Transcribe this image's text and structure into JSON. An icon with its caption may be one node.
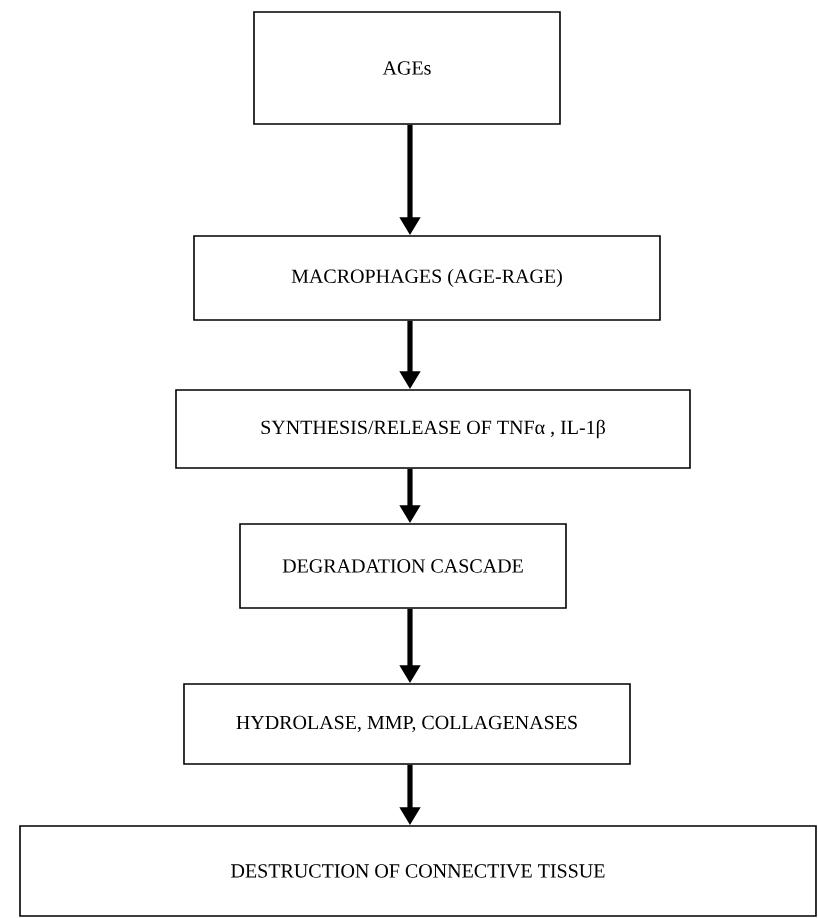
{
  "diagram": {
    "nodes": [
      {
        "text": [
          "AGEs"
        ]
      },
      {
        "text": [
          "MACROPHAGES (AGE-RAGE)"
        ]
      },
      {
        "text": [
          "SYNTHESIS/RELEASE OF TNFα , IL-1β"
        ]
      },
      {
        "text": [
          "DEGRADATION CASCADE"
        ]
      },
      {
        "text": [
          "HYDROLASE, MMP, COLLAGENASES"
        ]
      },
      {
        "text": [
          "DESTRUCTION OF CONNECTIVE TISSUE"
        ]
      }
    ],
    "edges": [
      {
        "from": 0,
        "to": 1,
        "arrow": "to"
      },
      {
        "from": 1,
        "to": 2,
        "arrow": "to"
      },
      {
        "from": 2,
        "to": 3,
        "arrow": "to"
      },
      {
        "from": 3,
        "to": 4,
        "arrow": "to"
      },
      {
        "from": 4,
        "to": 5,
        "arrow": "to"
      }
    ]
  }
}
